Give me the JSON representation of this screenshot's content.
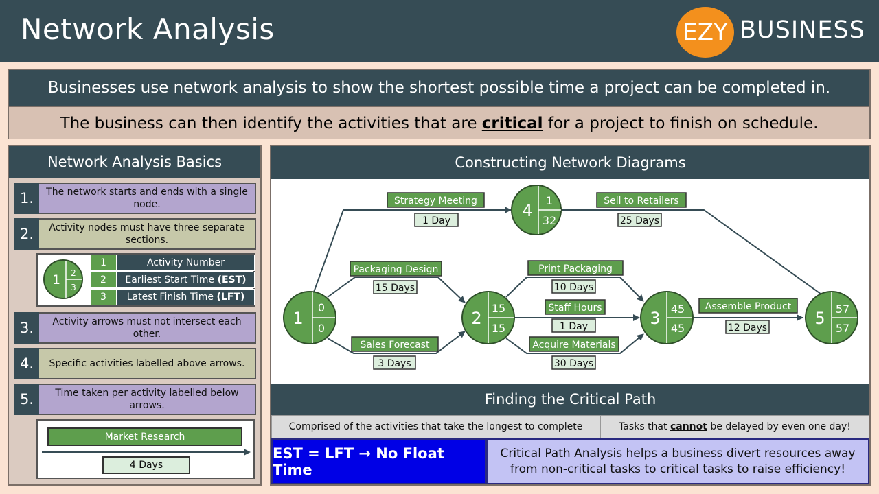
{
  "header": {
    "title": "Network Analysis",
    "logo_circle": "EZY",
    "logo_text": "BUSINESS"
  },
  "intro": {
    "line1": "Businesses use network analysis to show the shortest possible time a project can be completed in.",
    "line2_pre": "The business can then identify the activities that are ",
    "line2_bold": "critical",
    "line2_post": " for a project to finish on schedule."
  },
  "basics": {
    "title": "Network Analysis Basics",
    "items": [
      {
        "num": "1.",
        "text": "The network starts and ends with a single node."
      },
      {
        "num": "2.",
        "text": "Activity nodes must have three separate sections."
      },
      {
        "num": "3.",
        "text": "Activity arrows must not intersect each other."
      },
      {
        "num": "4.",
        "text": "Specific activities labelled above arrows."
      },
      {
        "num": "5.",
        "text": "Time taken per activity labelled below arrows."
      }
    ],
    "legend_node": {
      "big": "1",
      "top": "2",
      "bottom": "3"
    },
    "legend": [
      {
        "num": "1",
        "label": "Activity Number",
        "bold": ""
      },
      {
        "num": "2",
        "label": "Earliest Start Time ",
        "bold": "(EST)"
      },
      {
        "num": "3",
        "label": "Latest Finish Time ",
        "bold": "(LFT)"
      }
    ],
    "example_activity": "Market Research",
    "example_duration": "4 Days"
  },
  "constructing": {
    "title": "Constructing Network Diagrams",
    "nodes": [
      {
        "num": "1",
        "est": "0",
        "lft": "0"
      },
      {
        "num": "2",
        "est": "15",
        "lft": "15"
      },
      {
        "num": "3",
        "est": "45",
        "lft": "45"
      },
      {
        "num": "4",
        "est": "1",
        "lft": "32"
      },
      {
        "num": "5",
        "est": "57",
        "lft": "57"
      }
    ],
    "activities": [
      {
        "name": "Strategy Meeting",
        "duration": "1 Day"
      },
      {
        "name": "Sell to Retailers",
        "duration": "25 Days"
      },
      {
        "name": "Packaging Design",
        "duration": "15 Days"
      },
      {
        "name": "Sales Forecast",
        "duration": "3 Days"
      },
      {
        "name": "Print Packaging",
        "duration": "10 Days"
      },
      {
        "name": "Staff Hours",
        "duration": "1 Day"
      },
      {
        "name": "Acquire Materials",
        "duration": "30 Days"
      },
      {
        "name": "Assemble Product",
        "duration": "12 Days"
      }
    ]
  },
  "critical": {
    "title": "Finding the Critical Path",
    "box_a": "Comprised of the activities that take the longest to complete",
    "box_b_pre": "Tasks that ",
    "box_b_bold": "cannot",
    "box_b_post": " be delayed by even one day!",
    "box_c": "EST = LFT → No Float Time",
    "box_d": "Critical Path Analysis helps a business divert resources away from non-critical tasks to critical tasks to raise efficiency!"
  },
  "colors": {
    "header": "#364c55",
    "node_green": "#5e9e4d",
    "logo_orange": "#f3901d",
    "purple": "#b3a5ce",
    "olive": "#c6c8a9",
    "blue": "#0000e6"
  }
}
